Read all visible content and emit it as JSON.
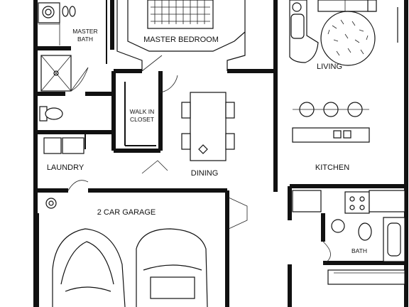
{
  "plan": {
    "rooms": [
      {
        "key": "master_bath",
        "lines": [
          "MASTER",
          "BATH"
        ]
      },
      {
        "key": "master_bedroom",
        "lines": [
          "MASTER BEDROOM"
        ]
      },
      {
        "key": "living",
        "lines": [
          "LIVING"
        ]
      },
      {
        "key": "walk_in_closet",
        "lines": [
          "WALK IN",
          "CLOSET"
        ]
      },
      {
        "key": "dining",
        "lines": [
          "DINING"
        ]
      },
      {
        "key": "kitchen",
        "lines": [
          "KITCHEN"
        ]
      },
      {
        "key": "laundry",
        "lines": [
          "LAUNDRY"
        ]
      },
      {
        "key": "garage",
        "lines": [
          "2 CAR GARAGE"
        ]
      },
      {
        "key": "bath",
        "lines": [
          "BATH"
        ]
      }
    ]
  }
}
